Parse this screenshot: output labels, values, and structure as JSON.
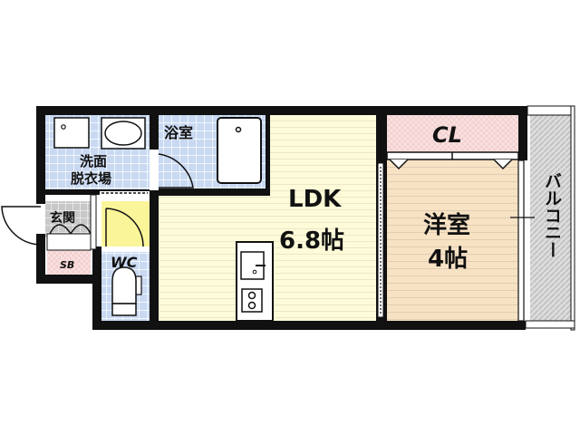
{
  "floor_plan": {
    "rooms": [
      {
        "id": "washroom",
        "label_line1": "洗面",
        "label_line2": "脱衣場",
        "english": "Washroom / Dressing area"
      },
      {
        "id": "bathroom",
        "label": "浴室",
        "english": "Bathroom"
      },
      {
        "id": "entrance",
        "label": "玄関",
        "english": "Entrance"
      },
      {
        "id": "shoe_box",
        "label": "SB",
        "english": "Shoe box"
      },
      {
        "id": "toilet",
        "label": "WC",
        "english": "Toilet"
      },
      {
        "id": "ldk",
        "label_line1": "LDK",
        "label_line2": "6.8帖",
        "size": "6.8帖"
      },
      {
        "id": "closet",
        "label": "CL",
        "english": "Closet"
      },
      {
        "id": "western_room",
        "label_line1": "洋室",
        "label_line2": "4帖",
        "size": "4帖"
      },
      {
        "id": "balcony",
        "label": "バルコニー",
        "english": "Balcony"
      }
    ],
    "colors": {
      "wall": "#111111",
      "tile_blue": "#c9d9f2",
      "tile_grid": "#ffffff",
      "ldk_floor": "#fdfbd8",
      "ldk_lines": "#d8d6b8",
      "western_floor": "#f7e2c4",
      "western_lines": "#c9b8a2",
      "pink_storage": "#f4d0d0",
      "toilet_entry_yellow": "#fbf59a",
      "entrance_gray": "#c8c8c8",
      "balcony_gray": "#d4d4d4"
    }
  }
}
